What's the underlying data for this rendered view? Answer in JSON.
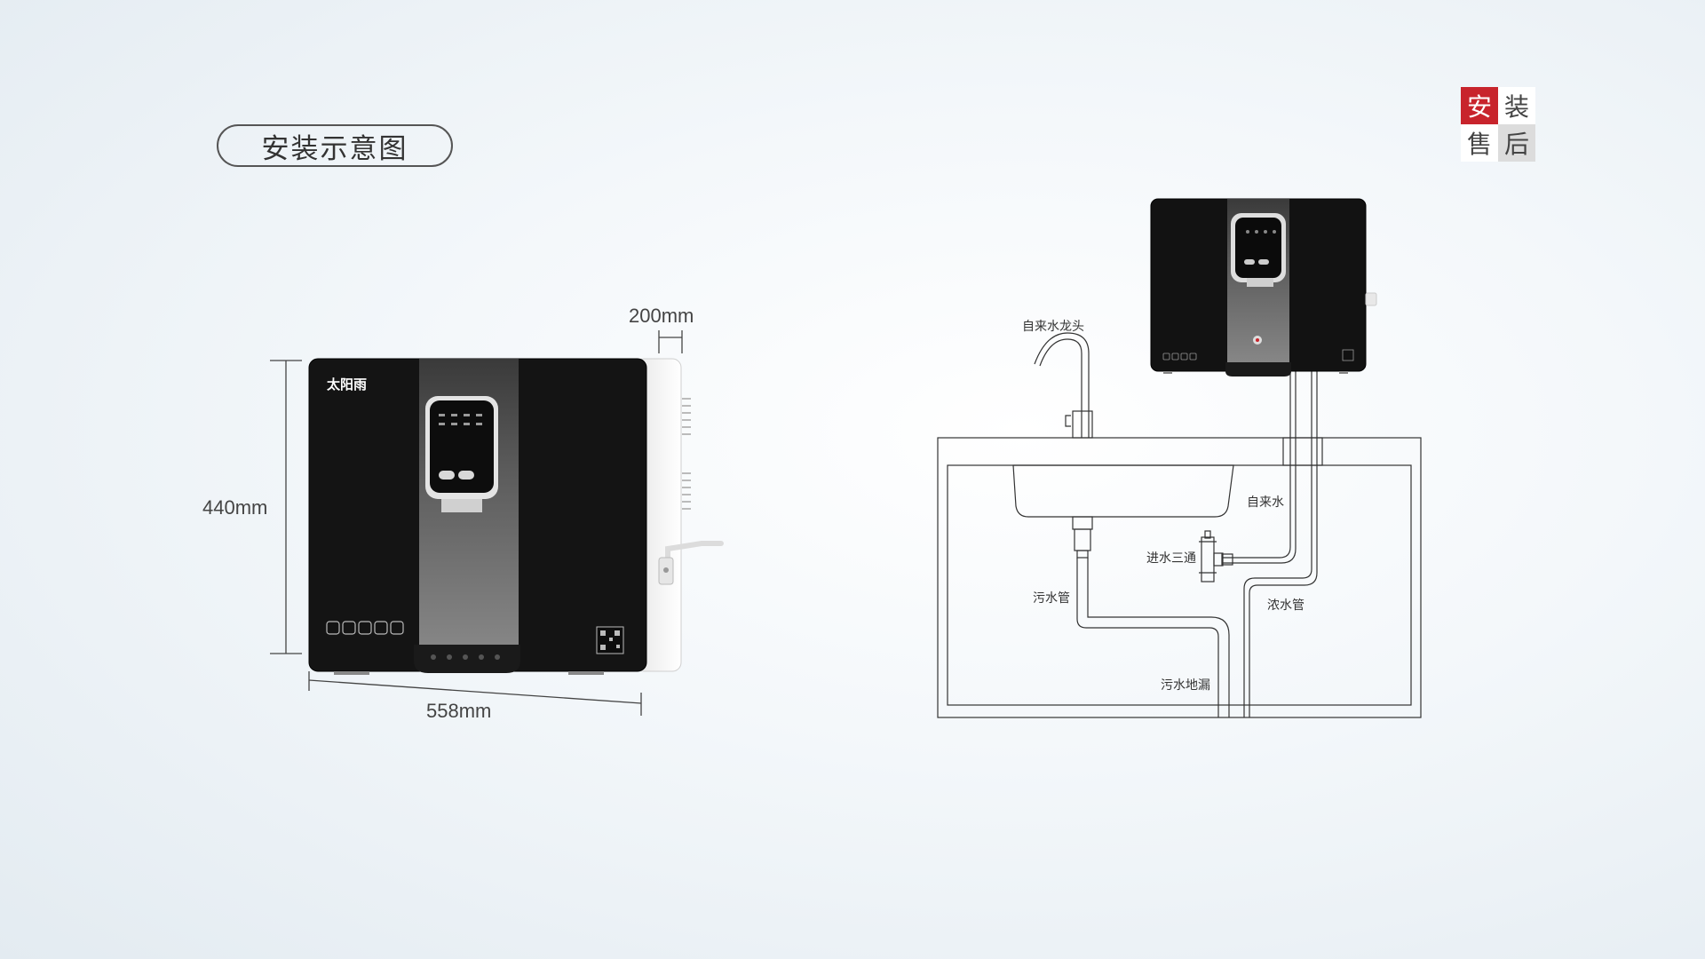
{
  "title": "安装示意图",
  "badge": {
    "c1": "安",
    "c2": "装",
    "c3": "售",
    "c4": "后"
  },
  "product": {
    "brand": "太阳雨",
    "dimensions": {
      "depth": "200mm",
      "height": "440mm",
      "width": "558mm"
    }
  },
  "diagram": {
    "labels": {
      "faucet": "自来水龙头",
      "tap_water": "自来水",
      "inlet_tee": "进水三通",
      "waste_pipe": "污水管",
      "concentrate_pipe": "浓水管",
      "floor_drain": "污水地漏"
    }
  },
  "colors": {
    "accent": "#c8242c",
    "device_black": "#141414",
    "device_grey": "#6b6b6b"
  }
}
